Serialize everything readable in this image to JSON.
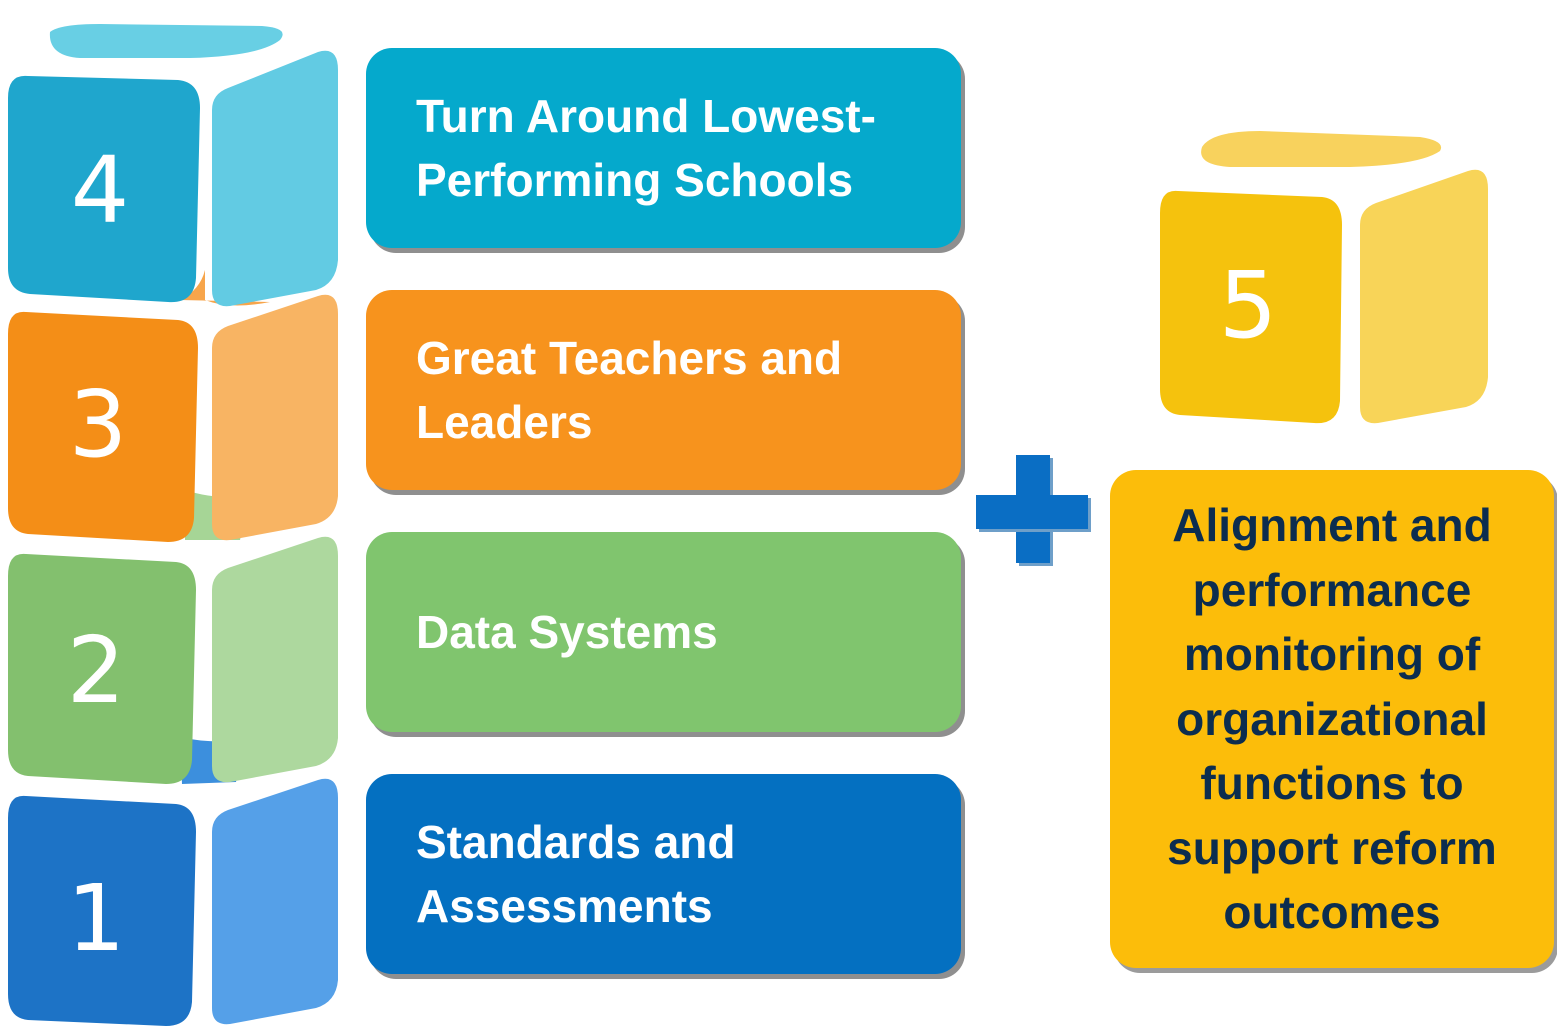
{
  "steps": [
    {
      "number": "4",
      "label": "Turn Around Lowest-Performing Schools"
    },
    {
      "number": "3",
      "label": "Great Teachers and Leaders"
    },
    {
      "number": "2",
      "label": "Data Systems"
    },
    {
      "number": "1",
      "label": "Standards and Assessments"
    }
  ],
  "extra": {
    "number": "5",
    "label": "Alignment and performance monitoring of organizational functions to support reform outcomes"
  },
  "colors": {
    "teal": "#05a9cc",
    "orange": "#f7931d",
    "green": "#80c56e",
    "blue": "#0470c1",
    "yellow": "#fcbd0a",
    "plus": "#0a6ec4",
    "dark_text": "#0c2d4f"
  }
}
